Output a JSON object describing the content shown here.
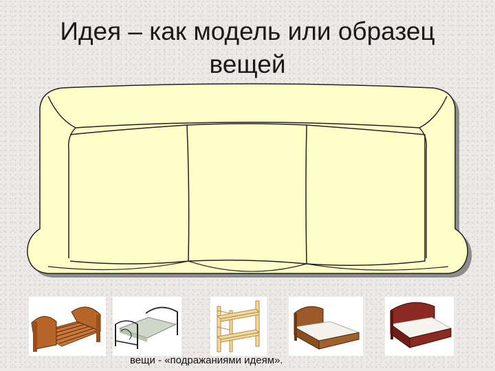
{
  "slide": {
    "title_line1": "Идея – как модель или образец",
    "title_line2": "вещей",
    "caption": "вещи - «подражаниями идеям»."
  },
  "colors": {
    "sofa_fill": "#fefec8",
    "sofa_stroke": "#222222",
    "sofa_shadow": "#8c8c8c",
    "wood": "#b8652a",
    "dark_red_wood": "#8a2a22"
  },
  "images": [
    {
      "name": "wooden-bed-picture"
    },
    {
      "name": "iron-bed-picture"
    },
    {
      "name": "bunk-bed-picture"
    },
    {
      "name": "brown-bed-picture"
    },
    {
      "name": "red-bed-picture"
    }
  ]
}
